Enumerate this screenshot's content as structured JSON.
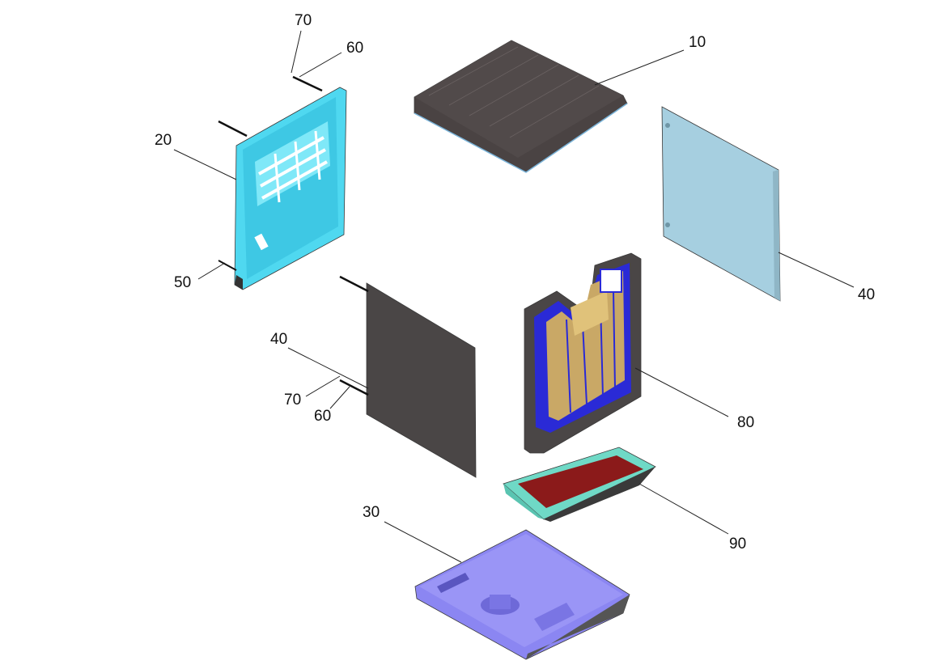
{
  "labels": {
    "part_10": "10",
    "part_20": "20",
    "part_30": "30",
    "part_40_right": "40",
    "part_40_left": "40",
    "part_50": "50",
    "part_60_top": "60",
    "part_60_bottom": "60",
    "part_70_top": "70",
    "part_70_bottom": "70",
    "part_80": "80",
    "part_90": "90"
  },
  "colors": {
    "top_cover": "#4a4343",
    "rear_frame": "#4fd8f0",
    "side_panel_light": "#a6cfe0",
    "side_panel_dark": "#4a4646",
    "inner_frame_outer": "#4a4646",
    "inner_frame_blue": "#2a2ad6",
    "inner_frame_gold": "#c9a866",
    "tray_rim": "#6fd9c6",
    "tray_inner": "#8b1a1a",
    "base": "#8b86f2"
  }
}
